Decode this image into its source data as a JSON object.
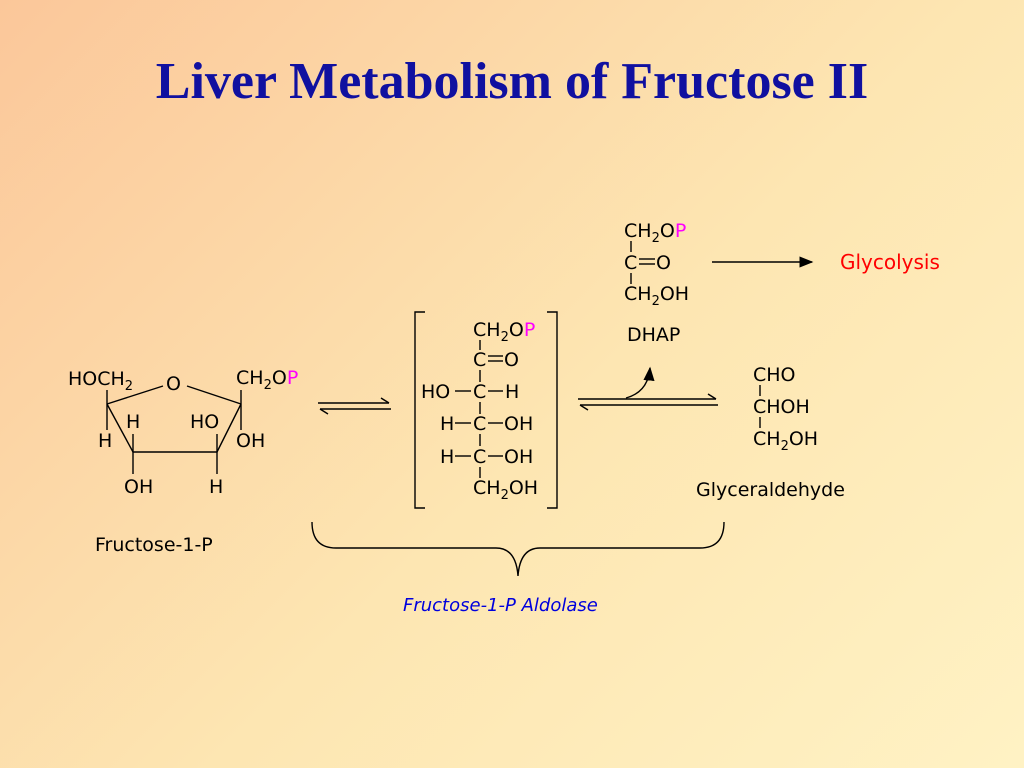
{
  "title": "Liver Metabolism of Fructose II",
  "atoms": {
    "HOCH": "HOCH",
    "O": "O",
    "CH": "CH",
    "OP_O": "O",
    "P": "P",
    "H": "H",
    "HO": "HO",
    "OH": "OH",
    "C": "C",
    "CHO": "CHO",
    "CHOH": "CHOH",
    "sub2": "2"
  },
  "labels": {
    "fructose1p": "Fructose-1-P",
    "dhap": "DHAP",
    "glyceraldehyde": "Glyceraldehyde",
    "glycolysis": "Glycolysis",
    "enzyme": "Fructose-1-P Aldolase"
  },
  "colors": {
    "title": "#1010a0",
    "phosphate": "#ff00ff",
    "glycolysis": "#ff0000",
    "enzyme": "#0000dd"
  }
}
